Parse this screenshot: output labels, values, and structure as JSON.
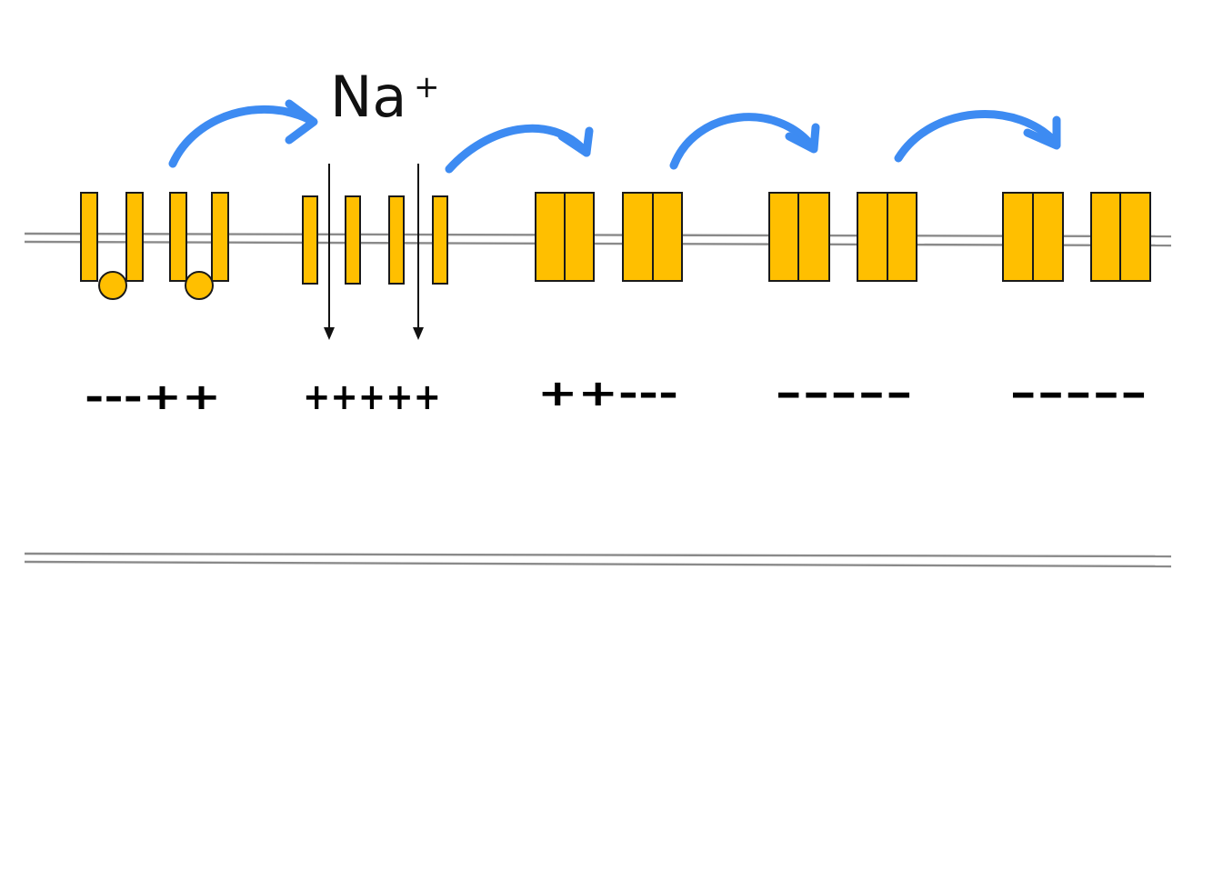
{
  "ion": {
    "symbol": "Na",
    "charge": "+"
  },
  "charges": {
    "segment_1": "---++",
    "segment_2": "+++++",
    "segment_3": "++---",
    "segment_4": "-----",
    "segment_5": "-----"
  },
  "colors": {
    "channel": "#FFBF00",
    "arrow": "#3d8bf2",
    "membrane": "#8a8a8a"
  },
  "channel_states": [
    "inactivated",
    "open",
    "closed",
    "closed",
    "closed"
  ]
}
